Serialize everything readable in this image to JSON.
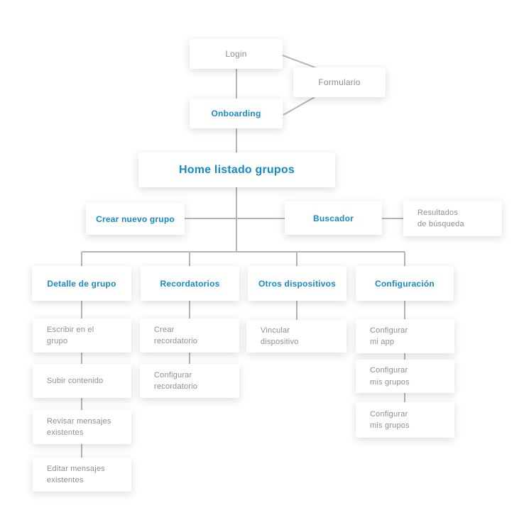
{
  "diagram": {
    "title": "App sitemap flowchart",
    "palette": {
      "accent_blue": "#1789c6",
      "gray_text": "#8f8f8f",
      "line_gray": "#b5b5b5",
      "node_background": "#ffffff"
    },
    "nodes": {
      "login": {
        "label": "Login"
      },
      "formulario": {
        "label": "Formulario"
      },
      "onboarding": {
        "label": "Onboarding"
      },
      "home_listado_grupos": {
        "label": "Home listado grupos"
      },
      "crear_nuevo_grupo": {
        "label": "Crear nuevo grupo"
      },
      "buscador": {
        "label": "Buscador"
      },
      "resultados_busqueda": {
        "label": "Resultados\nde búsqueda"
      },
      "detalle_de_grupo": {
        "label": "Detalle de grupo"
      },
      "recordatorios": {
        "label": "Recordatorios"
      },
      "otros_dispositivos": {
        "label": "Otros dispositivos"
      },
      "configuracion": {
        "label": "Configuración"
      },
      "escribir_en_el_grupo": {
        "label": "Escribir en el\ngrupo"
      },
      "subir_contenido": {
        "label": "Subir contenido"
      },
      "revisar_mensajes_existentes": {
        "label": "Revisar mensajes\nexistentes"
      },
      "editar_mensajes_existentes": {
        "label": "Editar mensajes\nexistentes"
      },
      "crear_recordatorio": {
        "label": "Crear\nrecordatorio"
      },
      "configurar_recordatorio": {
        "label": "Configurar\nrecordatorio"
      },
      "vincular_dispositivo": {
        "label": "Vincular\ndispositivo"
      },
      "configurar_mi_app": {
        "label": "Configurar\nmi app"
      },
      "configurar_mis_grupos_1": {
        "label": "Configurar\nmis grupos"
      },
      "configurar_mis_grupos_2": {
        "label": "Configurar\nmis grupos"
      }
    }
  }
}
